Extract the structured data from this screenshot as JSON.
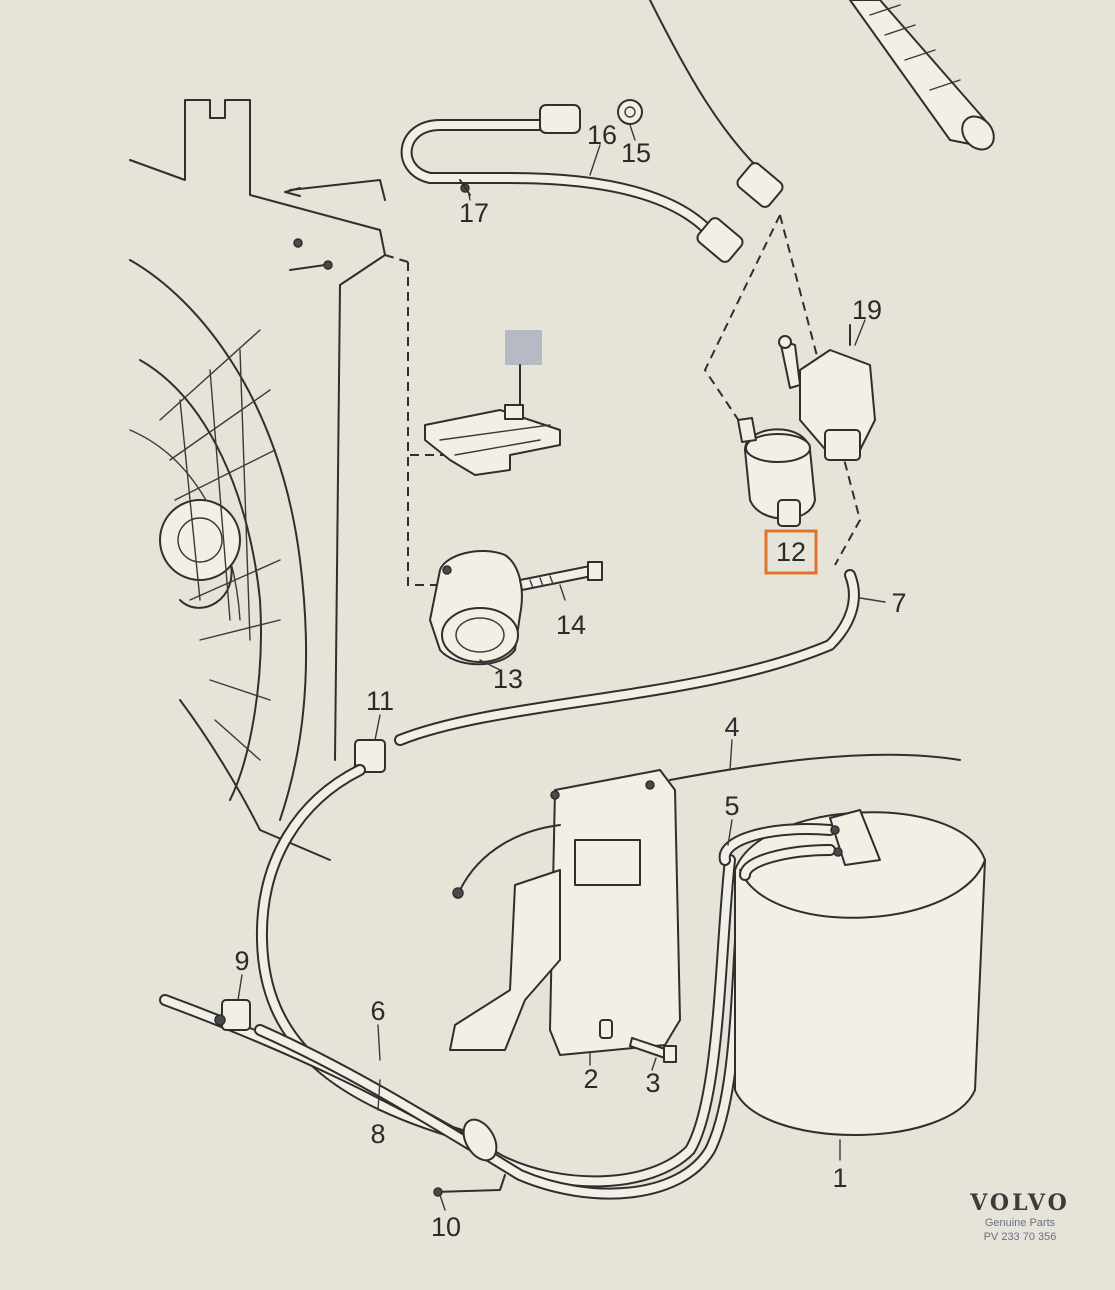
{
  "diagram": {
    "highlight_color": "#e0732c",
    "highlighted_part": "12",
    "callouts": {
      "c1": "1",
      "c2": "2",
      "c3": "3",
      "c4": "4",
      "c5": "5",
      "c6": "6",
      "c7": "7",
      "c8": "8",
      "c9": "9",
      "c10": "10",
      "c11": "11",
      "c12": "12",
      "c13": "13",
      "c14": "14",
      "c15": "15",
      "c16": "16",
      "c17": "17",
      "c19": "19"
    }
  },
  "branding": {
    "name": "VOLVO",
    "subtitle": "Genuine Parts",
    "code": "PV 233 70 356"
  }
}
